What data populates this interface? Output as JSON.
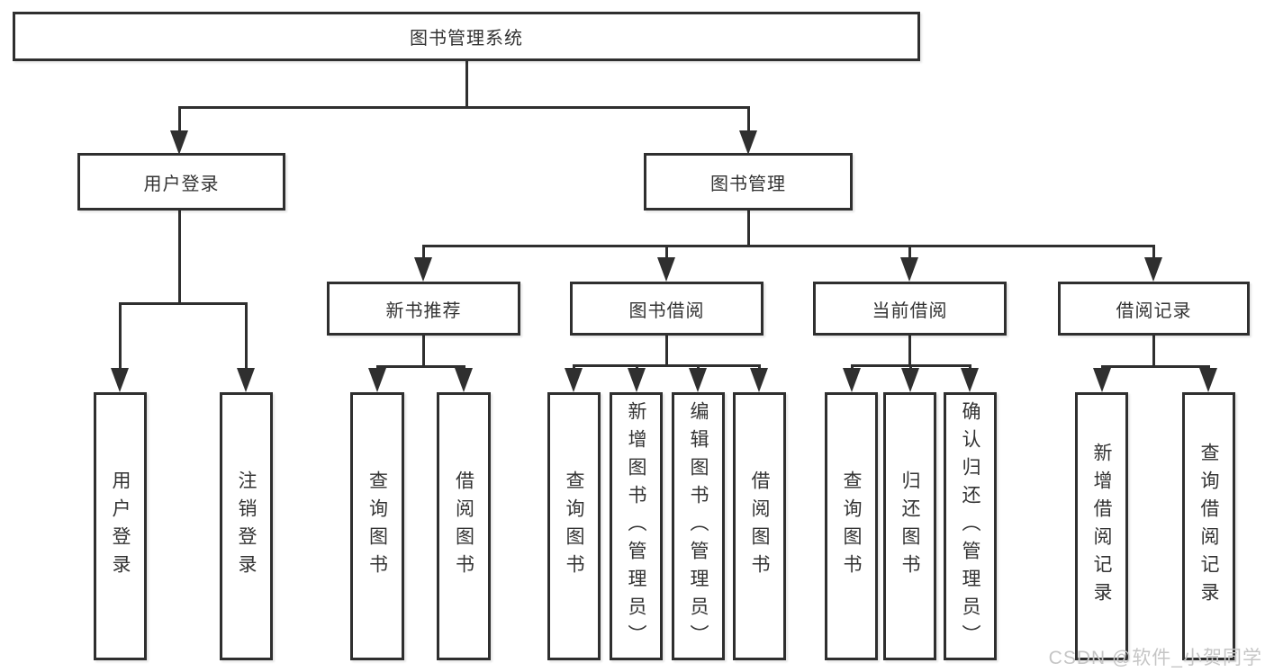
{
  "diagram": {
    "root": {
      "label": "图书管理系统"
    },
    "branches": [
      {
        "label": "用户登录",
        "leaves": [
          {
            "label": "用户登录"
          },
          {
            "label": "注销登录"
          }
        ]
      },
      {
        "label": "图书管理",
        "groups": [
          {
            "label": "新书推荐",
            "leaves": [
              {
                "label": "查询图书"
              },
              {
                "label": "借阅图书"
              }
            ]
          },
          {
            "label": "图书借阅",
            "leaves": [
              {
                "label": "查询图书"
              },
              {
                "label": "新增图书（管理员）"
              },
              {
                "label": "编辑图书（管理员）"
              },
              {
                "label": "借阅图书"
              }
            ]
          },
          {
            "label": "当前借阅",
            "leaves": [
              {
                "label": "查询图书"
              },
              {
                "label": "归还图书"
              },
              {
                "label": "确认归还（管理员）"
              }
            ]
          },
          {
            "label": "借阅记录",
            "leaves": [
              {
                "label": "新增借阅记录"
              },
              {
                "label": "查询借阅记录"
              }
            ]
          }
        ]
      }
    ]
  },
  "watermark": {
    "text": "CSDN @软件_小贺同学"
  },
  "colors": {
    "line": "#2f2f2f",
    "text": "#333333",
    "watermark": "#c5c5c5",
    "background": "#ffffff"
  }
}
